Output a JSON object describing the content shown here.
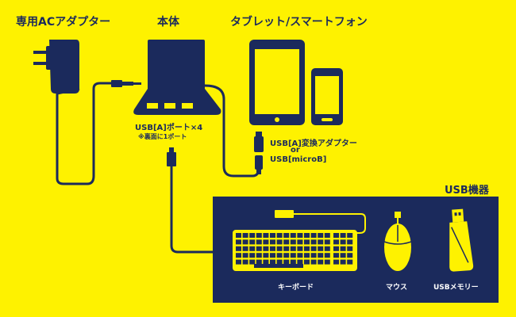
{
  "labels": {
    "adapter": "専用ACアダプター",
    "hub": "本体",
    "tablet": "タブレット/スマートフォン",
    "hub_ports": "USB[A]ポート×4",
    "hub_ports_note": "※裏面に1ポート",
    "conv_1": "USB[A]変換アダプター",
    "conv_or": "or",
    "conv_2": "USB[microB]",
    "usb_devices": "USB機器",
    "keyboard": "キーボード",
    "mouse": "マウス",
    "memory": "USBメモリー"
  },
  "colors": {
    "background": "#fef200",
    "navy": "#1b2a5c",
    "device_yellow": "#fef200",
    "white": "#ffffff"
  }
}
